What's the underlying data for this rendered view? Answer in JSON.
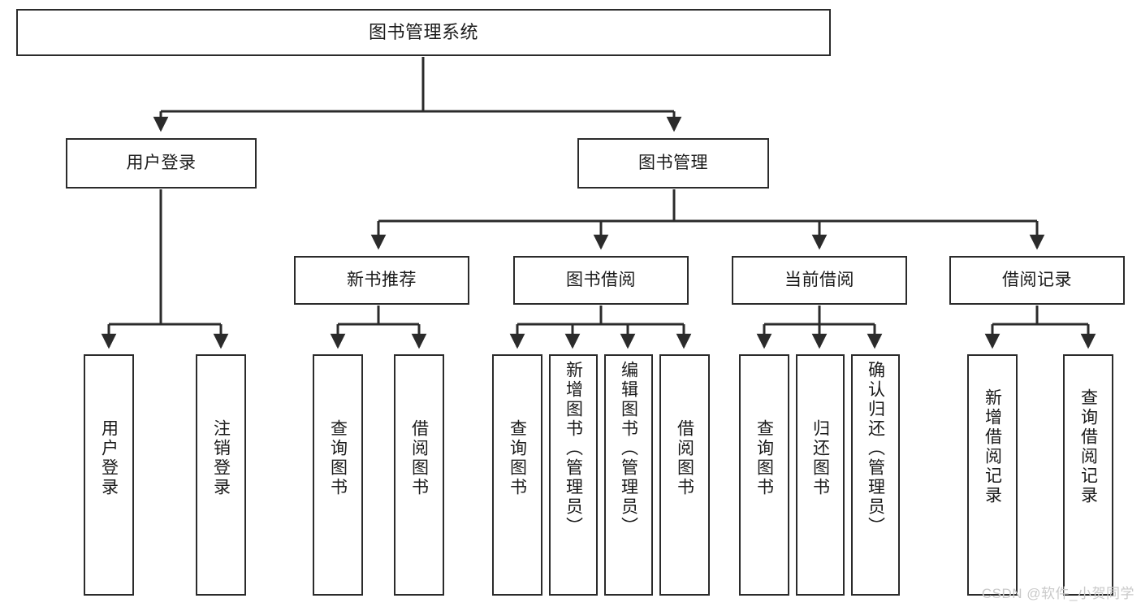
{
  "diagram": {
    "type": "tree-hierarchy",
    "title": "图书管理系统",
    "watermark": "CSDN @软件_小贺同学",
    "colors": {
      "box_stroke": "#2b2b2b",
      "box_fill": "#ffffff",
      "edge": "#2b2b2b",
      "text": "#1a1a1a",
      "watermark": "#c9c9c9",
      "background": "#ffffff"
    },
    "nodes": {
      "root": {
        "label": "图书管理系统",
        "level": 1
      },
      "level2": [
        {
          "id": "user-login",
          "label": "用户登录"
        },
        {
          "id": "book-manage",
          "label": "图书管理"
        }
      ],
      "level3": [
        {
          "id": "new-book-recommend",
          "label": "新书推荐",
          "parent": "book-manage"
        },
        {
          "id": "book-borrow",
          "label": "图书借阅",
          "parent": "book-manage"
        },
        {
          "id": "current-borrow",
          "label": "当前借阅",
          "parent": "book-manage"
        },
        {
          "id": "borrow-record",
          "label": "借阅记录",
          "parent": "book-manage"
        }
      ],
      "leaves": [
        {
          "id": "leaf-user-login",
          "label": "用户登录",
          "parent": "user-login"
        },
        {
          "id": "leaf-user-logout",
          "label": "注销登录",
          "parent": "user-login"
        },
        {
          "id": "leaf-rec-query-book",
          "label": "查询图书",
          "parent": "new-book-recommend"
        },
        {
          "id": "leaf-rec-borrow-book",
          "label": "借阅图书",
          "parent": "new-book-recommend"
        },
        {
          "id": "leaf-borrow-query-book",
          "label": "查询图书",
          "parent": "book-borrow"
        },
        {
          "id": "leaf-add-book-admin",
          "label": "新增图书（管理员）",
          "parent": "book-borrow"
        },
        {
          "id": "leaf-edit-book-admin",
          "label": "编辑图书（管理员）",
          "parent": "book-borrow"
        },
        {
          "id": "leaf-borrow-book",
          "label": "借阅图书",
          "parent": "book-borrow"
        },
        {
          "id": "leaf-cur-query-book",
          "label": "查询图书",
          "parent": "current-borrow"
        },
        {
          "id": "leaf-return-book",
          "label": "归还图书",
          "parent": "current-borrow"
        },
        {
          "id": "leaf-confirm-return",
          "label": "确认归还（管理员）",
          "parent": "current-borrow"
        },
        {
          "id": "leaf-add-record",
          "label": "新增借阅记录",
          "parent": "borrow-record"
        },
        {
          "id": "leaf-query-record",
          "label": "查询借阅记录",
          "parent": "borrow-record"
        }
      ]
    }
  }
}
